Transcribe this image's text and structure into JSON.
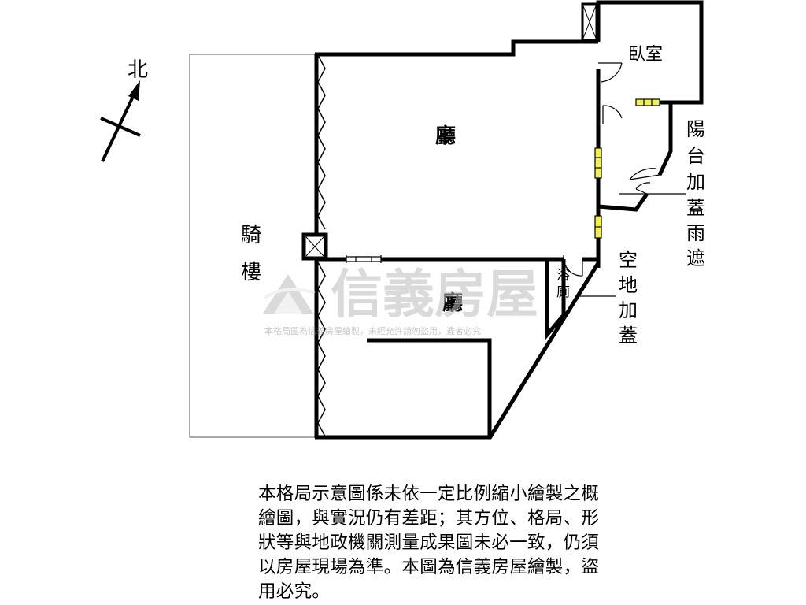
{
  "compass": {
    "label": "北"
  },
  "rooms": {
    "bedroom": "臥室",
    "living_upper": "廳",
    "living_lower": "廳",
    "arcade_1": "騎",
    "arcade_2": "樓",
    "bath_1": "浴",
    "bath_2": "廁"
  },
  "callouts": {
    "balcony": [
      "陽",
      "台",
      "加",
      "蓋",
      "雨",
      "遮"
    ],
    "open_space": [
      "空",
      "地",
      "加",
      "蓋"
    ]
  },
  "watermark": {
    "brand": "信義房屋",
    "notice": "本格局圖為信義房屋繪製，未經允許請勿盜用，違者必究"
  },
  "disclaimer": [
    "本格局示意圖係未依一定比例縮小繪製之概",
    "繪圖，與實況仍有差距；其方位、格局、形",
    "狀等與地政機關測量成果圖未必一致，仍須",
    "以房屋現場為準。本圖為信義房屋繪製，盜",
    "用必究。"
  ],
  "colors": {
    "wall": "#000000",
    "window_fill": "#f2f050",
    "watermark": "#c8c8c8"
  }
}
